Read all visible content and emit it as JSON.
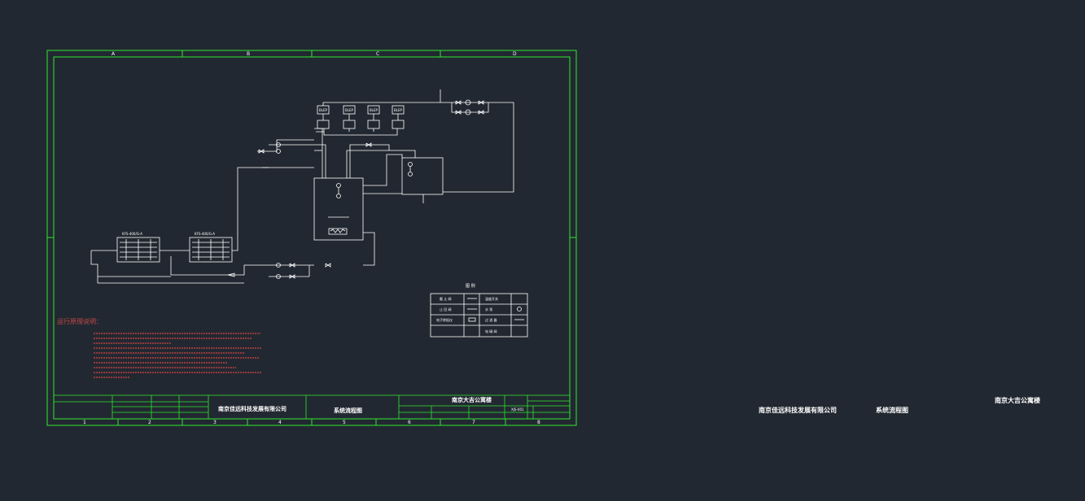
{
  "drawing": {
    "zones_top": [
      "A",
      "B",
      "C",
      "D"
    ],
    "zones_bottom": [
      "1",
      "2",
      "3",
      "4",
      "5",
      "6",
      "7",
      "8"
    ],
    "chillers": [
      "KFS-400/G-A",
      "KFS-400/G-A"
    ],
    "units": [
      "BLEP",
      "BLEP",
      "BLEP",
      "BLEP"
    ],
    "notes_title": "运行原理说明："
  },
  "legend": {
    "title": "图    例",
    "rows": [
      {
        "left": "截 止 阀",
        "right": "温度开关"
      },
      {
        "left": "止 回 阀",
        "right": "水    泵"
      },
      {
        "left": "电子除垢仪",
        "right": "过 滤 器"
      },
      {
        "left": "",
        "right": "电 磁 阀"
      }
    ]
  },
  "title_block": {
    "company": "南京佳远科技发展有限公司",
    "drawing_name": "系统流程图",
    "project": "南京大吉公寓楼",
    "drawing_no": "XJS-001"
  },
  "external": {
    "project": "南京大吉公寓楼",
    "company": "南京佳远科技发展有限公司",
    "drawing_name": "系统流程图"
  }
}
